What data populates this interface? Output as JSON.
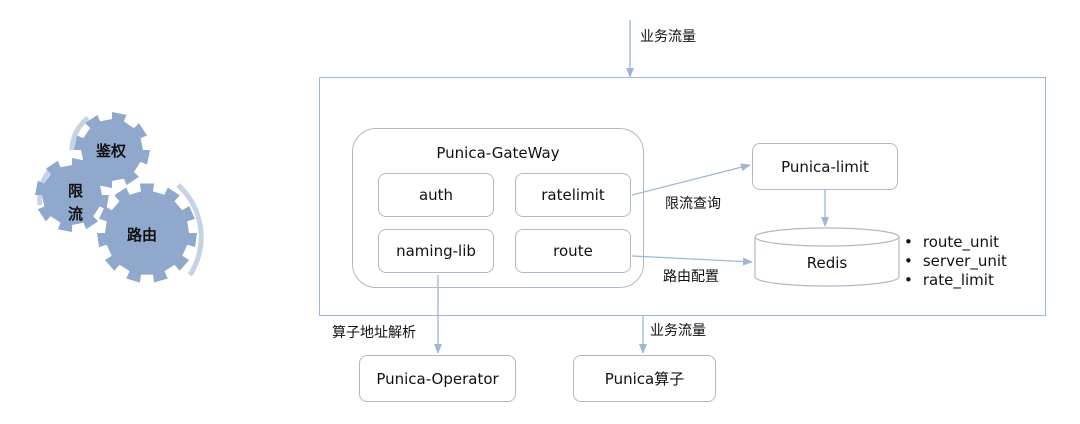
{
  "gears": {
    "auth_label": "鉴权",
    "limit_label_line1": "限",
    "limit_label_line2": "流",
    "route_label": "路由",
    "color": "#8fa8cc"
  },
  "top_label": "业务流量",
  "gateway": {
    "title": "Punica-GateWay",
    "modules": [
      "auth",
      "ratelimit",
      "naming-lib",
      "route"
    ]
  },
  "limit_box": "Punica-limit",
  "redis_label": "Redis",
  "redis_keys": [
    "route_unit",
    "server_unit",
    "rate_limit"
  ],
  "edge_labels": {
    "limit_query": "限流查询",
    "route_config": "路由配置",
    "addr_resolve": "算子地址解析",
    "biz_flow_bottom": "业务流量"
  },
  "bottom_boxes": {
    "operator": "Punica-Operator",
    "punica_op": "Punica算子"
  },
  "colors": {
    "line": "#9fb6d6",
    "frame": "#9db8dd",
    "box_border": "#aeb9c8"
  }
}
